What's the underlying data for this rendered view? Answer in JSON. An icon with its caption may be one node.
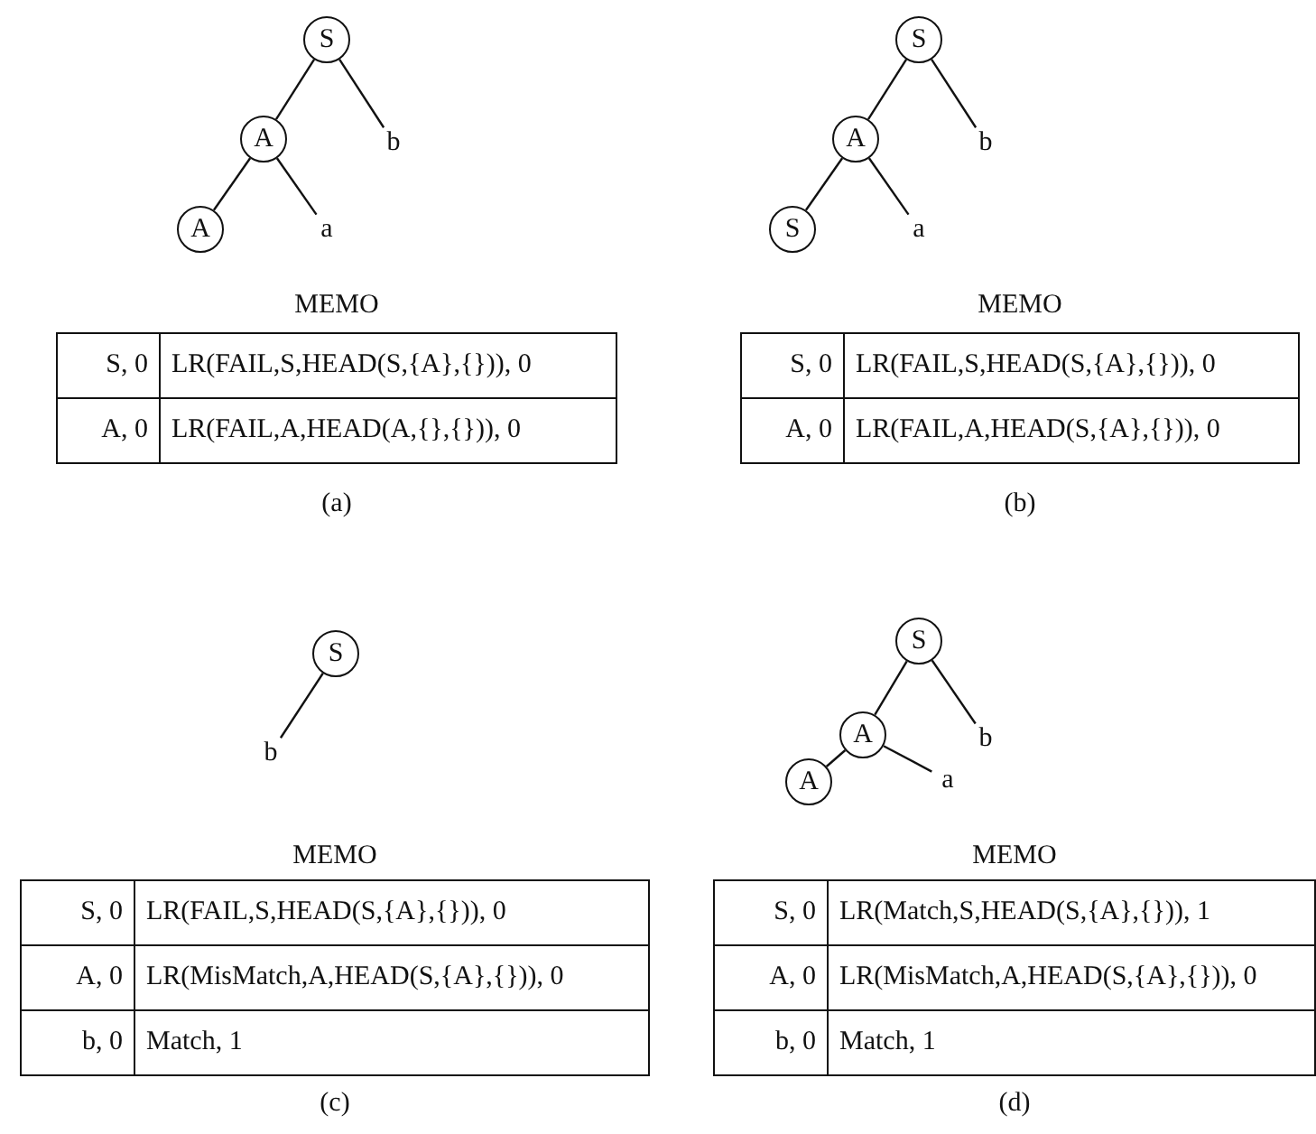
{
  "diagram": {
    "nodes": [
      {
        "text": [
          "S"
        ]
      },
      {
        "text": [
          "A"
        ]
      },
      {
        "text": [
          "b"
        ]
      },
      {
        "text": [
          "A"
        ]
      },
      {
        "text": [
          "a"
        ]
      },
      {
        "text": [
          "S"
        ]
      },
      {
        "text": [
          "A"
        ]
      },
      {
        "text": [
          "b"
        ]
      },
      {
        "text": [
          "S"
        ]
      },
      {
        "text": [
          "a"
        ]
      },
      {
        "text": [
          "S"
        ]
      },
      {
        "text": [
          "b"
        ]
      },
      {
        "text": [
          "S"
        ]
      },
      {
        "text": [
          "A"
        ]
      },
      {
        "text": [
          "b"
        ]
      },
      {
        "text": [
          "A"
        ]
      },
      {
        "text": [
          "a"
        ]
      }
    ],
    "edges": [
      {
        "from": 0,
        "to": 1,
        "arrow": "none"
      },
      {
        "from": 0,
        "to": 2,
        "arrow": "none"
      },
      {
        "from": 1,
        "to": 3,
        "arrow": "none"
      },
      {
        "from": 1,
        "to": 4,
        "arrow": "none"
      },
      {
        "from": 5,
        "to": 6,
        "arrow": "none"
      },
      {
        "from": 5,
        "to": 7,
        "arrow": "none"
      },
      {
        "from": 6,
        "to": 8,
        "arrow": "none"
      },
      {
        "from": 6,
        "to": 9,
        "arrow": "none"
      },
      {
        "from": 10,
        "to": 11,
        "arrow": "none"
      },
      {
        "from": 12,
        "to": 13,
        "arrow": "none"
      },
      {
        "from": 12,
        "to": 14,
        "arrow": "none"
      },
      {
        "from": 13,
        "to": 15,
        "arrow": "none"
      },
      {
        "from": 13,
        "to": 16,
        "arrow": "none"
      }
    ],
    "labels": [
      "MEMO",
      "S, 0",
      "LR(FAIL,S,HEAD(S,{A},{})), 0",
      "A, 0",
      "LR(FAIL,A,HEAD(A,{},{})), 0",
      "(a)",
      "MEMO",
      "S, 0",
      "LR(FAIL,S,HEAD(S,{A},{})), 0",
      "A, 0",
      "LR(FAIL,A,HEAD(S,{A},{})), 0",
      "(b)",
      "MEMO",
      "S, 0",
      "LR(FAIL,S,HEAD(S,{A},{})), 0",
      "A, 0",
      "LR(MisMatch,A,HEAD(S,{A},{})), 0",
      "b, 0",
      "Match, 1",
      "(c)",
      "MEMO",
      "S, 0",
      "LR(Match,S,HEAD(S,{A},{})), 1",
      "A, 0",
      "LR(MisMatch,A,HEAD(S,{A},{})), 0",
      "b, 0",
      "Match, 1",
      "(d)"
    ]
  }
}
